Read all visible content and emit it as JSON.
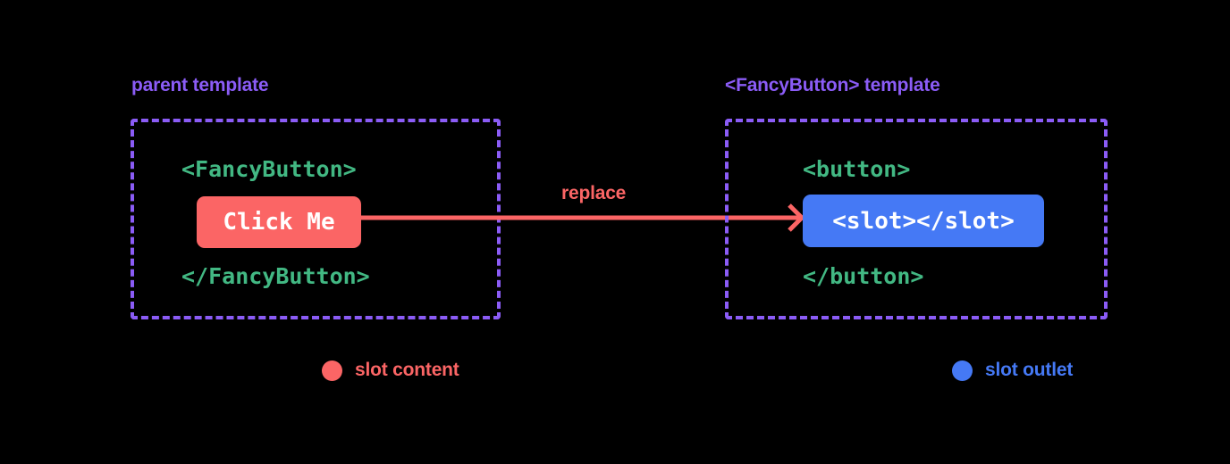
{
  "colors": {
    "background": "#000000",
    "accent_purple": "#8B5CF6",
    "code_green": "#42B883",
    "slot_content_red": "#FB6565",
    "slot_outlet_blue": "#4579F5",
    "chip_text": "#FFFFFF"
  },
  "panels": {
    "parent": {
      "heading": "parent template",
      "open_tag": "<FancyButton>",
      "chip_label": "Click Me",
      "close_tag": "</FancyButton>"
    },
    "fancybutton": {
      "heading": "<FancyButton> template",
      "open_tag": "<button>",
      "chip_label": "<slot></slot>",
      "close_tag": "</button>"
    }
  },
  "arrow": {
    "label": "replace"
  },
  "legend": [
    {
      "label": "slot content",
      "color": "#FB6565",
      "swatch": "dot"
    },
    {
      "label": "slot outlet",
      "color": "#4579F5",
      "swatch": "dot"
    }
  ]
}
